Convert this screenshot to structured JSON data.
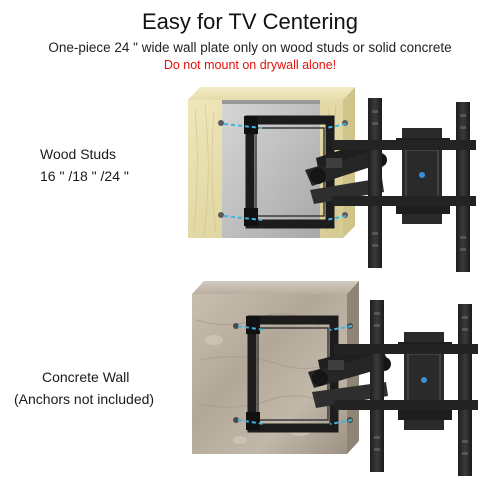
{
  "header": {
    "title": "Easy for TV Centering",
    "subtitle": "One-piece 24 \" wide wall plate only on wood studs or solid concrete",
    "warning": "Do not mount on drywall alone!"
  },
  "wood_section": {
    "label": "Wood Studs",
    "sizes": "16 \" /18 \" /24 \""
  },
  "concrete_section": {
    "label": "Concrete Wall",
    "note": "(Anchors not included)"
  },
  "colors": {
    "title_text": "#111111",
    "warning_text": "#e3120b",
    "wood": "#e8dfb0",
    "concrete": "#bdb3a6",
    "mount_metal": "#2b2b2b",
    "guide_lines": "#3bb6e4"
  },
  "icons": [
    "wall-plate-icon",
    "articulating-arm-icon",
    "vesa-bracket-icon",
    "tv-rail-icon",
    "bolt-icon"
  ]
}
